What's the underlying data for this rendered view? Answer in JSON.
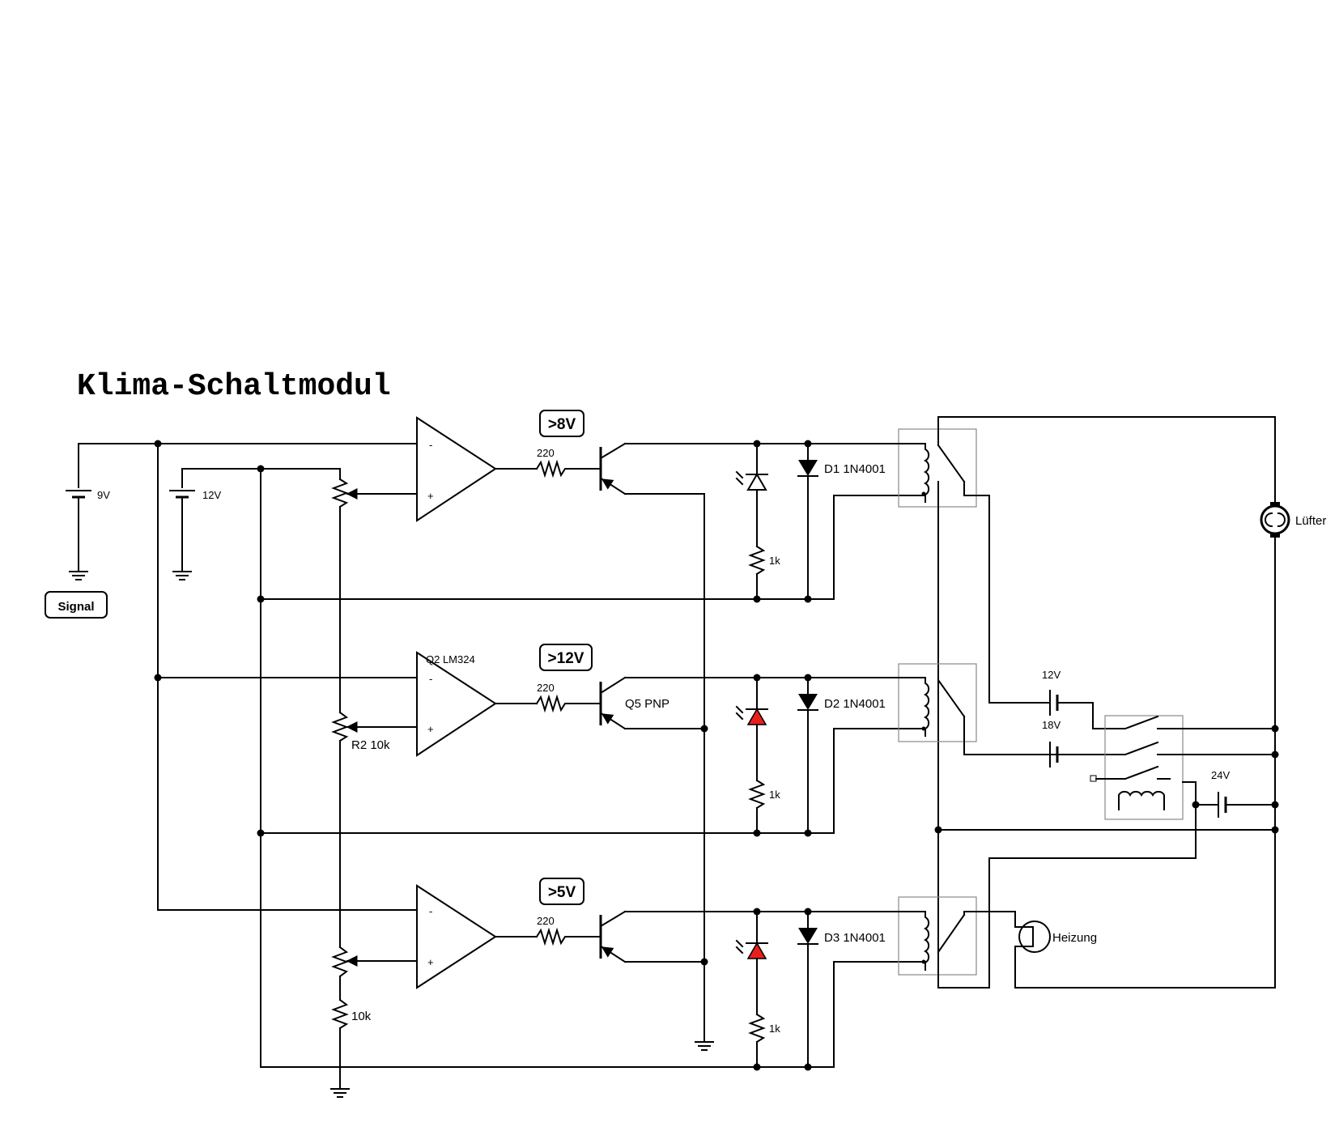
{
  "title": "Klima-Schaltmodul",
  "badges": {
    "signal": "Signal",
    "thr1": ">8V",
    "thr2": ">12V",
    "thr3": ">5V"
  },
  "sources": {
    "b1": "9V",
    "b2": "12V",
    "c12": "12V",
    "c18": "18V",
    "c24": "24V"
  },
  "opamp": {
    "label": "Q2 LM324",
    "minus": "-",
    "plus": "+"
  },
  "resistors": {
    "base1": "220",
    "base2": "220",
    "base3": "220",
    "led1": "1k",
    "led2": "1k",
    "led3": "1k",
    "pot2": "R2 10k",
    "bottom": "10k"
  },
  "transistor": {
    "label": "Q5 PNP"
  },
  "diodes": {
    "d1": "D1 1N4001",
    "d2": "D2 1N4001",
    "d3": "D3 1N4001"
  },
  "loads": {
    "fan": "Lüfter",
    "heater": "Heizung"
  },
  "colors": {
    "led_on": "#e8201c",
    "wire": "#000000",
    "relay_box": "#888888"
  }
}
